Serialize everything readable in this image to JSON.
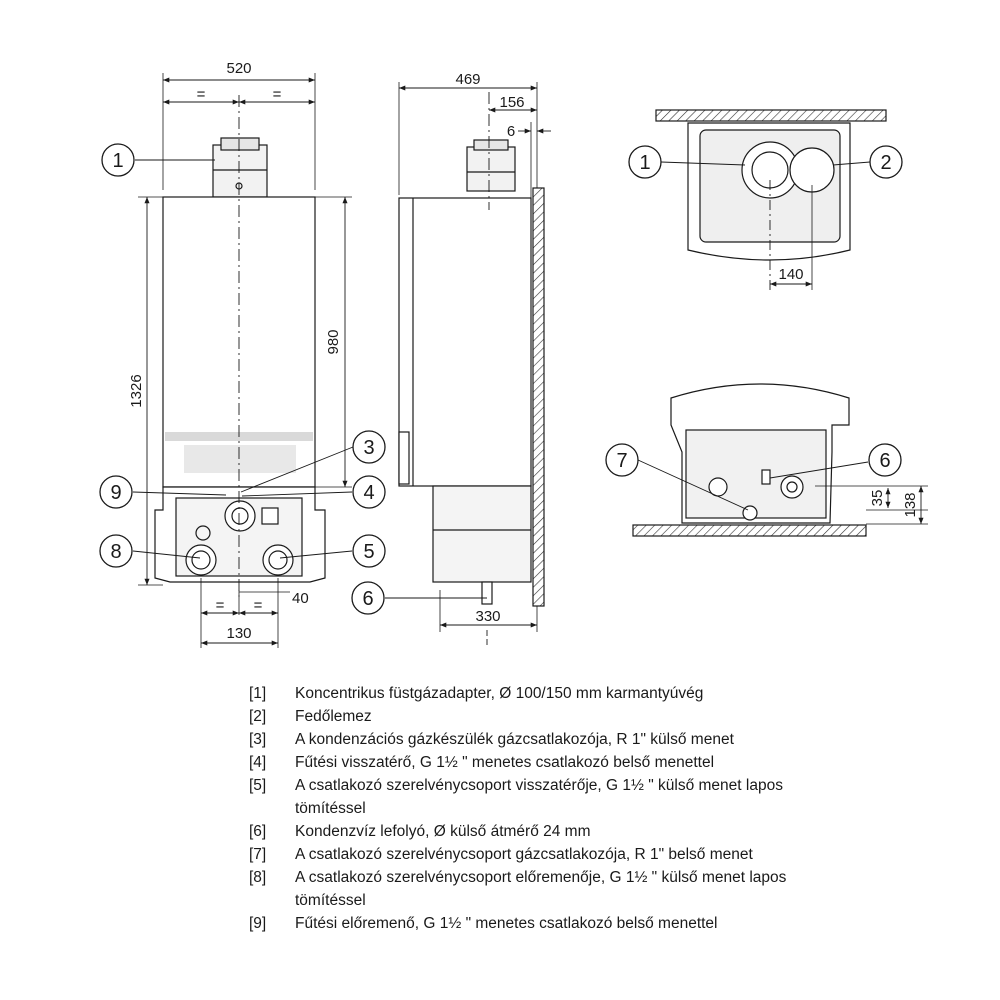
{
  "dimensions": {
    "width_front": "520",
    "equal": "=",
    "height_total": "1326",
    "height_body": "980",
    "pipe_offset": "40",
    "pipe_spacing": "130",
    "depth_total": "469",
    "flue_offset": "156",
    "wall_gap": "6",
    "depth_base": "330",
    "top_spacing": "140",
    "cond_height_small": "35",
    "cond_height_large": "138"
  },
  "callouts": [
    "1",
    "2",
    "3",
    "4",
    "5",
    "6",
    "7",
    "8",
    "9"
  ],
  "legend": [
    {
      "key": "[1]",
      "text": "Koncentrikus füstgázadapter, Ø 100/150 mm karmantyúvég"
    },
    {
      "key": "[2]",
      "text": "Fedőlemez"
    },
    {
      "key": "[3]",
      "text": "A kondenzációs gázkészülék gázcsatlakozója, R 1\" külső menet"
    },
    {
      "key": "[4]",
      "text": "Fűtési visszatérő, G 1½ \" menetes csatlakozó belső menettel"
    },
    {
      "key": "[5]",
      "text": "A csatlakozó szerelvénycsoport visszatérője, G 1½ \" külső menet lapos tömítéssel"
    },
    {
      "key": "[6]",
      "text": "Kondenzvíz lefolyó, Ø külső átmérő 24 mm"
    },
    {
      "key": "[7]",
      "text": "A csatlakozó szerelvénycsoport gázcsatlakozója, R 1\" belső menet"
    },
    {
      "key": "[8]",
      "text": "A csatlakozó szerelvénycsoport előremenője, G 1½ \" külső menet lapos tömítéssel"
    },
    {
      "key": "[9]",
      "text": "Fűtési előremenő, G 1½ \" menetes csatlakozó belső menettel"
    }
  ]
}
